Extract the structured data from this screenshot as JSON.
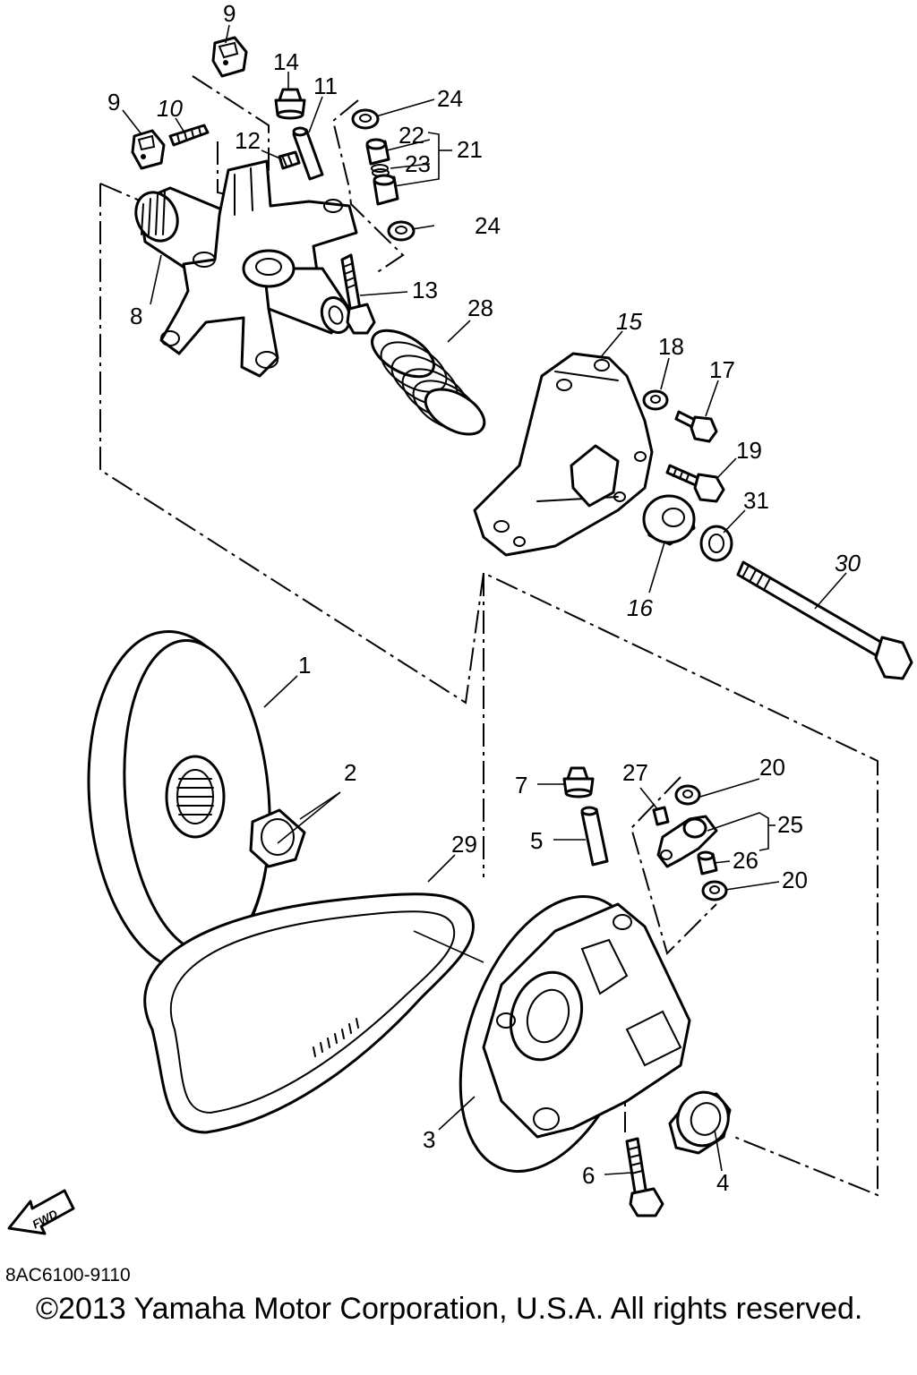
{
  "labels": {
    "p1": "1",
    "p2": "2",
    "p3": "3",
    "p4": "4",
    "p5": "5",
    "p6": "6",
    "p7": "7",
    "p8": "8",
    "p9a": "9",
    "p9b": "9",
    "p10": "10",
    "p11": "11",
    "p12": "12",
    "p13": "13",
    "p14": "14",
    "p15": "15",
    "p16": "16",
    "p17": "17",
    "p18": "18",
    "p19": "19",
    "p20a": "20",
    "p20b": "20",
    "p21": "21",
    "p22": "22",
    "p23": "23",
    "p24a": "24",
    "p24b": "24",
    "p25": "25",
    "p26": "26",
    "p27": "27",
    "p28": "28",
    "p29": "29",
    "p30": "30",
    "p31": "31"
  },
  "fwd_arrow": "FWD",
  "diagram_code": "8AC6100-9110",
  "copyright": "©2013 Yamaha Motor Corporation, U.S.A. All rights reserved."
}
